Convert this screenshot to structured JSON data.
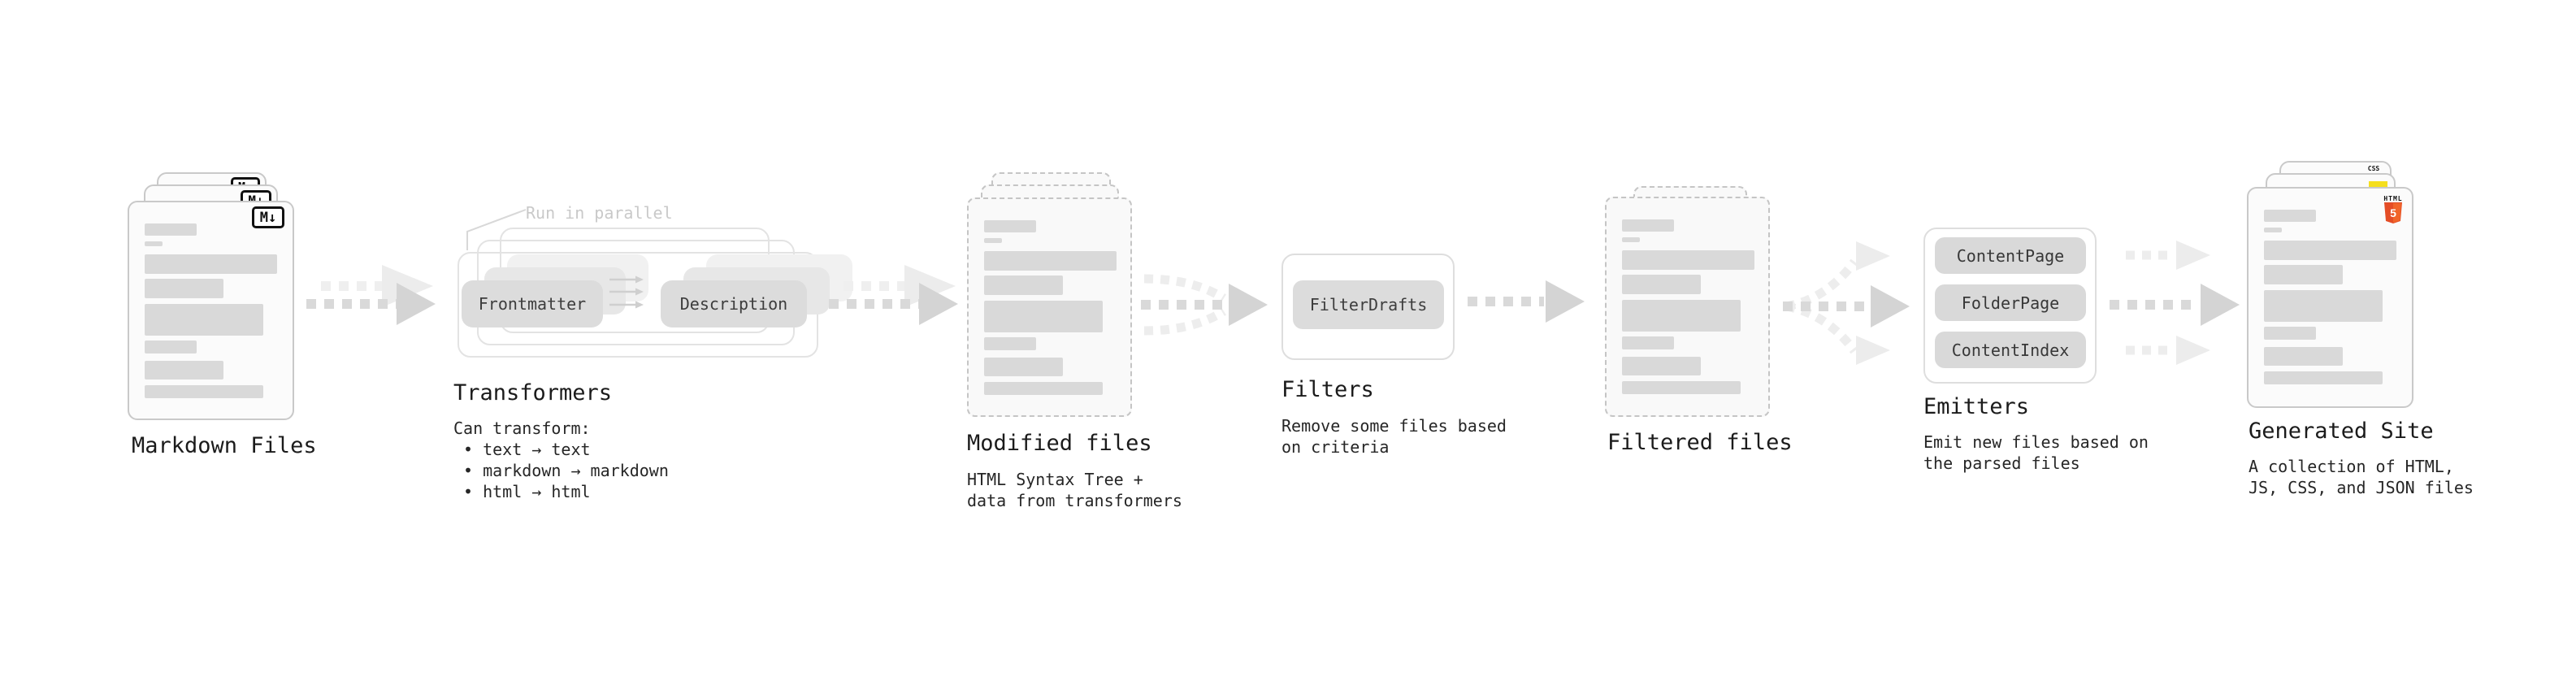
{
  "markdown": {
    "title": "Markdown Files"
  },
  "transformers": {
    "note": "Run in parallel",
    "from_button": "Frontmatter",
    "to_button": "Description",
    "title": "Transformers",
    "subtitle_heading": "Can transform:",
    "bullets": [
      "• text → text",
      "• markdown → markdown",
      "• html → html"
    ]
  },
  "modified": {
    "title": "Modified files",
    "subtitle": "HTML Syntax Tree +\ndata from transformers"
  },
  "filters": {
    "button": "FilterDrafts",
    "title": "Filters",
    "subtitle": "Remove some files based\non criteria"
  },
  "filtered": {
    "title": "Filtered files"
  },
  "emitters": {
    "buttons": [
      "ContentPage",
      "FolderPage",
      "ContentIndex"
    ],
    "title": "Emitters",
    "subtitle": "Emit new files based on\nthe parsed files"
  },
  "generated": {
    "title": "Generated Site",
    "subtitle": "A collection of HTML,\nJS, CSS, and JSON files"
  },
  "icons": {
    "markdown_badge": "M↓",
    "html5_label": "HTML",
    "html5_number": "5",
    "css_label": "CSS"
  },
  "colors": {
    "html5_orange": "#e44d26",
    "html5_orange_light": "#f16529",
    "js_yellow": "#f5df1e",
    "css_blue": "#2f6be8"
  }
}
